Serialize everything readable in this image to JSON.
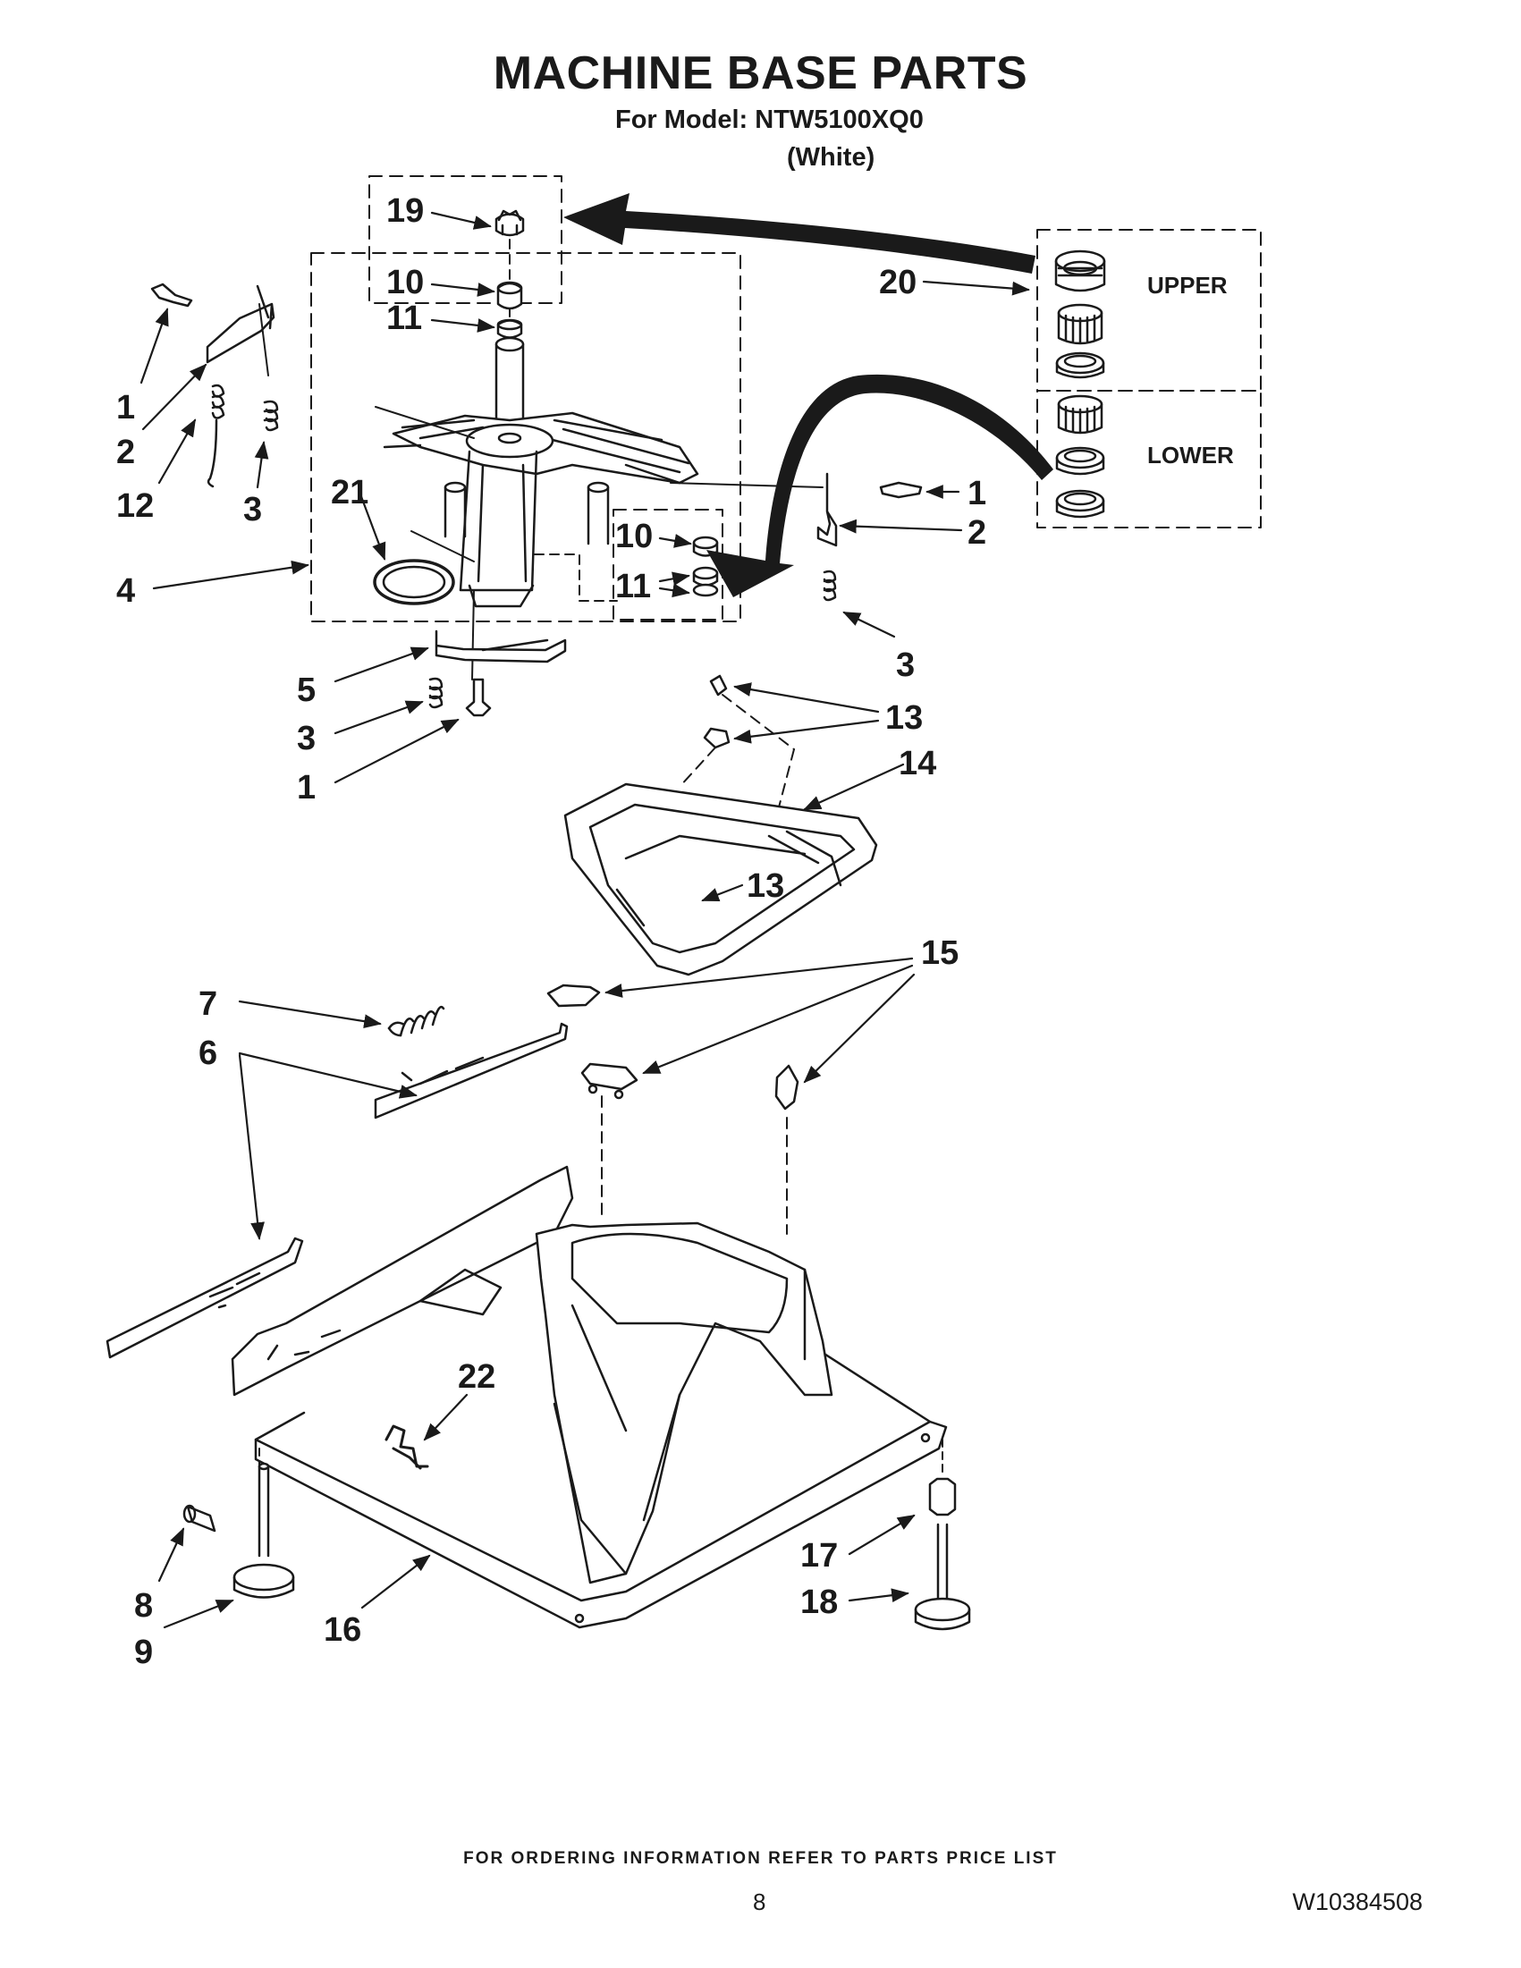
{
  "header": {
    "title": "MACHINE BASE PARTS",
    "model_line": "For Model: NTW5100XQ0",
    "color_variant": "(White)"
  },
  "diagram": {
    "callouts": [
      "19",
      "10",
      "11",
      "20",
      "1",
      "2",
      "12",
      "3",
      "21",
      "4",
      "1",
      "2",
      "10",
      "11",
      "3",
      "5",
      "3",
      "1",
      "13",
      "14",
      "13",
      "15",
      "7",
      "6",
      "22",
      "8",
      "9",
      "16",
      "17",
      "18"
    ],
    "bearing_sets": {
      "upper": "UPPER",
      "lower": "LOWER"
    }
  },
  "footer": {
    "ordering_note": "FOR ORDERING INFORMATION REFER TO PARTS PRICE LIST",
    "page_number": "8",
    "document_number": "W10384508"
  }
}
